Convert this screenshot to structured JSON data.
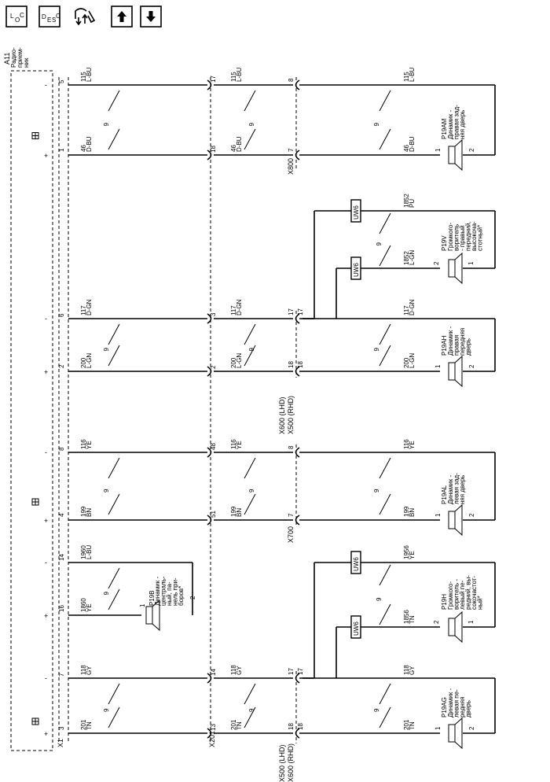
{
  "toolbar": {
    "loc_label": [
      "L",
      "O",
      "C"
    ],
    "desc_label": [
      "D",
      "E",
      "S",
      "C"
    ]
  },
  "radio": {
    "ref": "A11",
    "label": [
      "Радио-",
      "прием-",
      "ник"
    ],
    "conn": "X1"
  },
  "connectors": {
    "x201": "X201",
    "x800": "X800",
    "x600_lhd": "X600 (LHD)",
    "x500_rhd": "X500 (RHD)",
    "x700": "X700",
    "x500_lhd": "X500 (LHD)",
    "x600_rhd": "X600 (RHD)"
  },
  "rows": [
    {
      "pin_top": "5",
      "pin_bot": "1",
      "plus": "+",
      "minus": "-",
      "top_circ": "115",
      "top_color": "L-BU",
      "bot_circ": "46",
      "bot_color": "D-BU",
      "gauge": "9",
      "x201_top": "17",
      "x201_bot": "18",
      "x2_top": "8",
      "x2_bot": "7",
      "spk_ref": "P19AM",
      "spk_name": [
        "Динамик -",
        "правая зад-",
        "няя дверь"
      ],
      "spk_pin1": "1",
      "spk_pin2": "2"
    },
    {
      "pin_top": "6",
      "pin_bot": "2",
      "plus": "+",
      "minus": "-",
      "top_circ": "117",
      "top_color": "D-GN",
      "bot_circ": "200",
      "bot_color": "L-GN",
      "gauge": "9",
      "x201_top": "3",
      "x201_bot": "2",
      "x2_top": "17",
      "x2_bot": "18",
      "x2_top_b": "17",
      "x2_bot_b": "18",
      "spk_ref": "P19AH",
      "spk_name": [
        "Динамик -",
        "правая",
        "передняя",
        "дверь"
      ],
      "spk_pin1": "1",
      "spk_pin2": "2",
      "tw_ref": "P19V",
      "tw_name": [
        "Громкого-",
        "воритель",
        "- правый",
        "передний,",
        "высокоча-",
        "стотный*"
      ],
      "tw_top_circ": "1852",
      "tw_top_color": "PU",
      "tw_bot_circ": "1852",
      "tw_bot_color": "L-GN",
      "tw_pin1": "1",
      "tw_pin2": "2",
      "uw": "UW6"
    },
    {
      "pin_top": "8",
      "pin_bot": "4",
      "plus": "+",
      "minus": "-",
      "top_circ": "116",
      "top_color": "YE",
      "bot_circ": "199",
      "bot_color": "BN",
      "gauge": "9",
      "x201_top": "48",
      "x201_bot": "51",
      "x2_top": "8",
      "x2_bot": "7",
      "spk_ref": "P19AL",
      "spk_name": [
        "Динамик -",
        "левая зад-",
        "няя дверь"
      ],
      "spk_pin1": "1",
      "spk_pin2": "2"
    },
    {
      "pin_top": "14",
      "pin_bot": "16",
      "plus": "+",
      "minus": "-",
      "top_circ": "1960",
      "top_color": "L-BU",
      "bot_circ": "1860",
      "bot_color": "YE",
      "gauge": "9",
      "spk_ref": "P19B",
      "spk_name": [
        "Динамик -",
        "централь-",
        "ный, па-",
        "нель при-",
        "боров*"
      ],
      "spk_pin1": "1",
      "spk_pin2": "2",
      "tw_ref": "P19H",
      "tw_name": [
        "Громкого-",
        "воритель -",
        "левый пе-",
        "редний, вы-",
        "сокочастот-",
        "ный*"
      ],
      "tw_top_circ": "1956",
      "tw_top_color": "YE",
      "tw_bot_circ": "1856",
      "tw_bot_color": "TN",
      "tw_pin1": "1",
      "tw_pin2": "2",
      "uw": "UW6"
    },
    {
      "pin_top": "7",
      "pin_bot": "3",
      "plus": "+",
      "minus": "-",
      "top_circ": "118",
      "top_color": "GY",
      "bot_circ": "201",
      "bot_color": "TN",
      "gauge": "9",
      "x201_top": "14",
      "x201_bot": "13",
      "x2_top": "17",
      "x2_bot": "18",
      "x2_top_b": "17",
      "x2_bot_b": "18",
      "spk_ref": "P19AG",
      "spk_name": [
        "Динамик -",
        "левая пе-",
        "редняя",
        "дверь"
      ],
      "spk_pin1": "1",
      "spk_pin2": "2"
    }
  ]
}
